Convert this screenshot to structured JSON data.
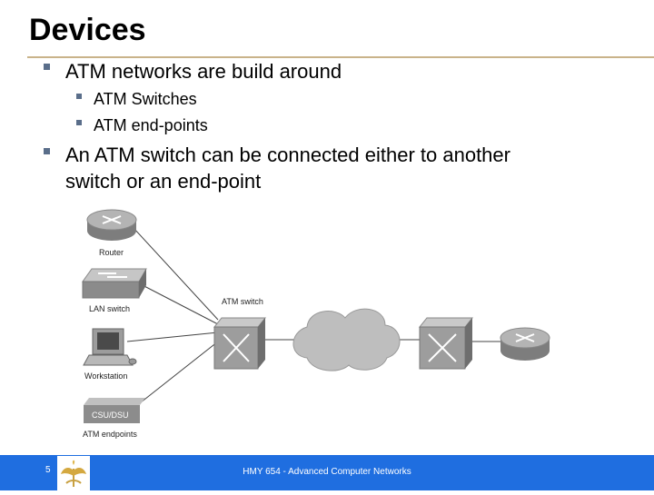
{
  "slide": {
    "title": "Devices",
    "bullets": [
      {
        "text": "ATM networks are build around",
        "sub": [
          "ATM Switches",
          "ATM end-points"
        ]
      },
      {
        "text_lines": [
          "An ATM switch can be connected either to another",
          "switch or an end-point"
        ]
      }
    ]
  },
  "diagram": {
    "labels": {
      "router": "Router",
      "lan_switch": "LAN switch",
      "workstation": "Workstation",
      "csu_dsu": "CSU/DSU",
      "atm_endpoints": "ATM endpoints",
      "atm_switch": "ATM switch"
    }
  },
  "footer": {
    "page_number": "5",
    "course": "HMY 654 - Advanced Computer Networks"
  }
}
